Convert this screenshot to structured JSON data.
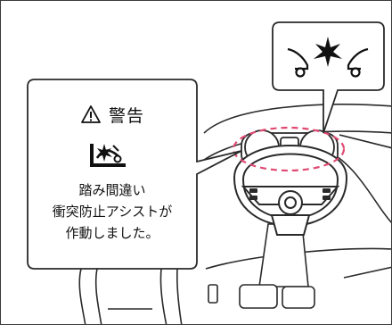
{
  "warning": {
    "title": "警告",
    "message_lines": [
      "踏み間違い",
      "衝突防止アシストが",
      "作動しました。"
    ],
    "icon": "warning-triangle-icon"
  },
  "icons": {
    "pedal_assist": "pedal-misapplication-assist-icon",
    "collision": "collision-warning-icon"
  },
  "colors": {
    "line": "#2a2a2a",
    "highlight": "#e04a72",
    "background": "#ffffff"
  }
}
